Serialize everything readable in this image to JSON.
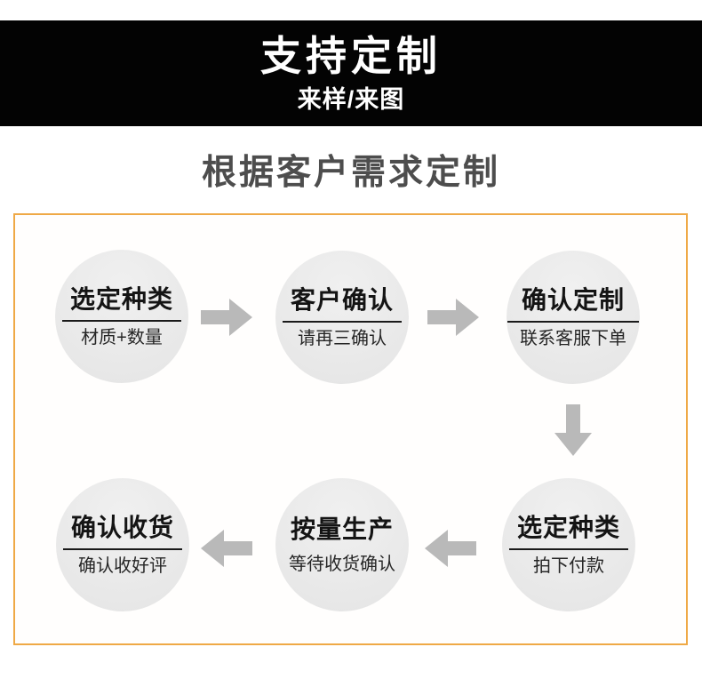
{
  "banner": {
    "title": "支持定制",
    "subtitle": "来样/来图"
  },
  "heading": "根据客户需求定制",
  "flow": {
    "steps": [
      {
        "title": "选定种类",
        "subtitle": "材质+数量"
      },
      {
        "title": "客户确认",
        "subtitle": "请再三确认"
      },
      {
        "title": "确认定制",
        "subtitle": "联系客服下单"
      },
      {
        "title": "选定种类",
        "subtitle": "拍下付款"
      },
      {
        "title": "按量生产",
        "subtitle": "等待收货确认"
      },
      {
        "title": "确认收货",
        "subtitle": "确认收好评"
      }
    ],
    "colors": {
      "box_border": "#efa946",
      "arrow": "#b9b9b9",
      "circle_fill": "#e9e9e9",
      "banner_bg": "#030303",
      "heading_text": "#4d4d4d"
    }
  }
}
